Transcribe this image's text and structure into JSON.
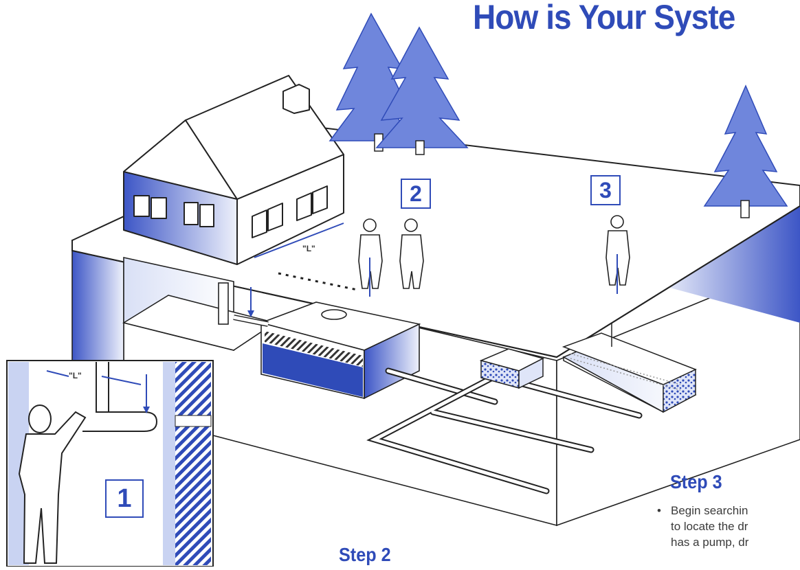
{
  "title": "How is Your Syste",
  "callouts": {
    "step1": "1",
    "step2": "2",
    "step3": "3"
  },
  "dimension_label": "\"L\"",
  "step3": {
    "heading": "Step 3",
    "bullet_lines": [
      "Begin searchin",
      "to locate the dr",
      "has a pump, dr"
    ]
  },
  "step2": {
    "heading": "Step 2"
  },
  "colors": {
    "accent": "#2f4bb8",
    "tint": "#c9d3f2",
    "tree": "#6f86dc"
  }
}
